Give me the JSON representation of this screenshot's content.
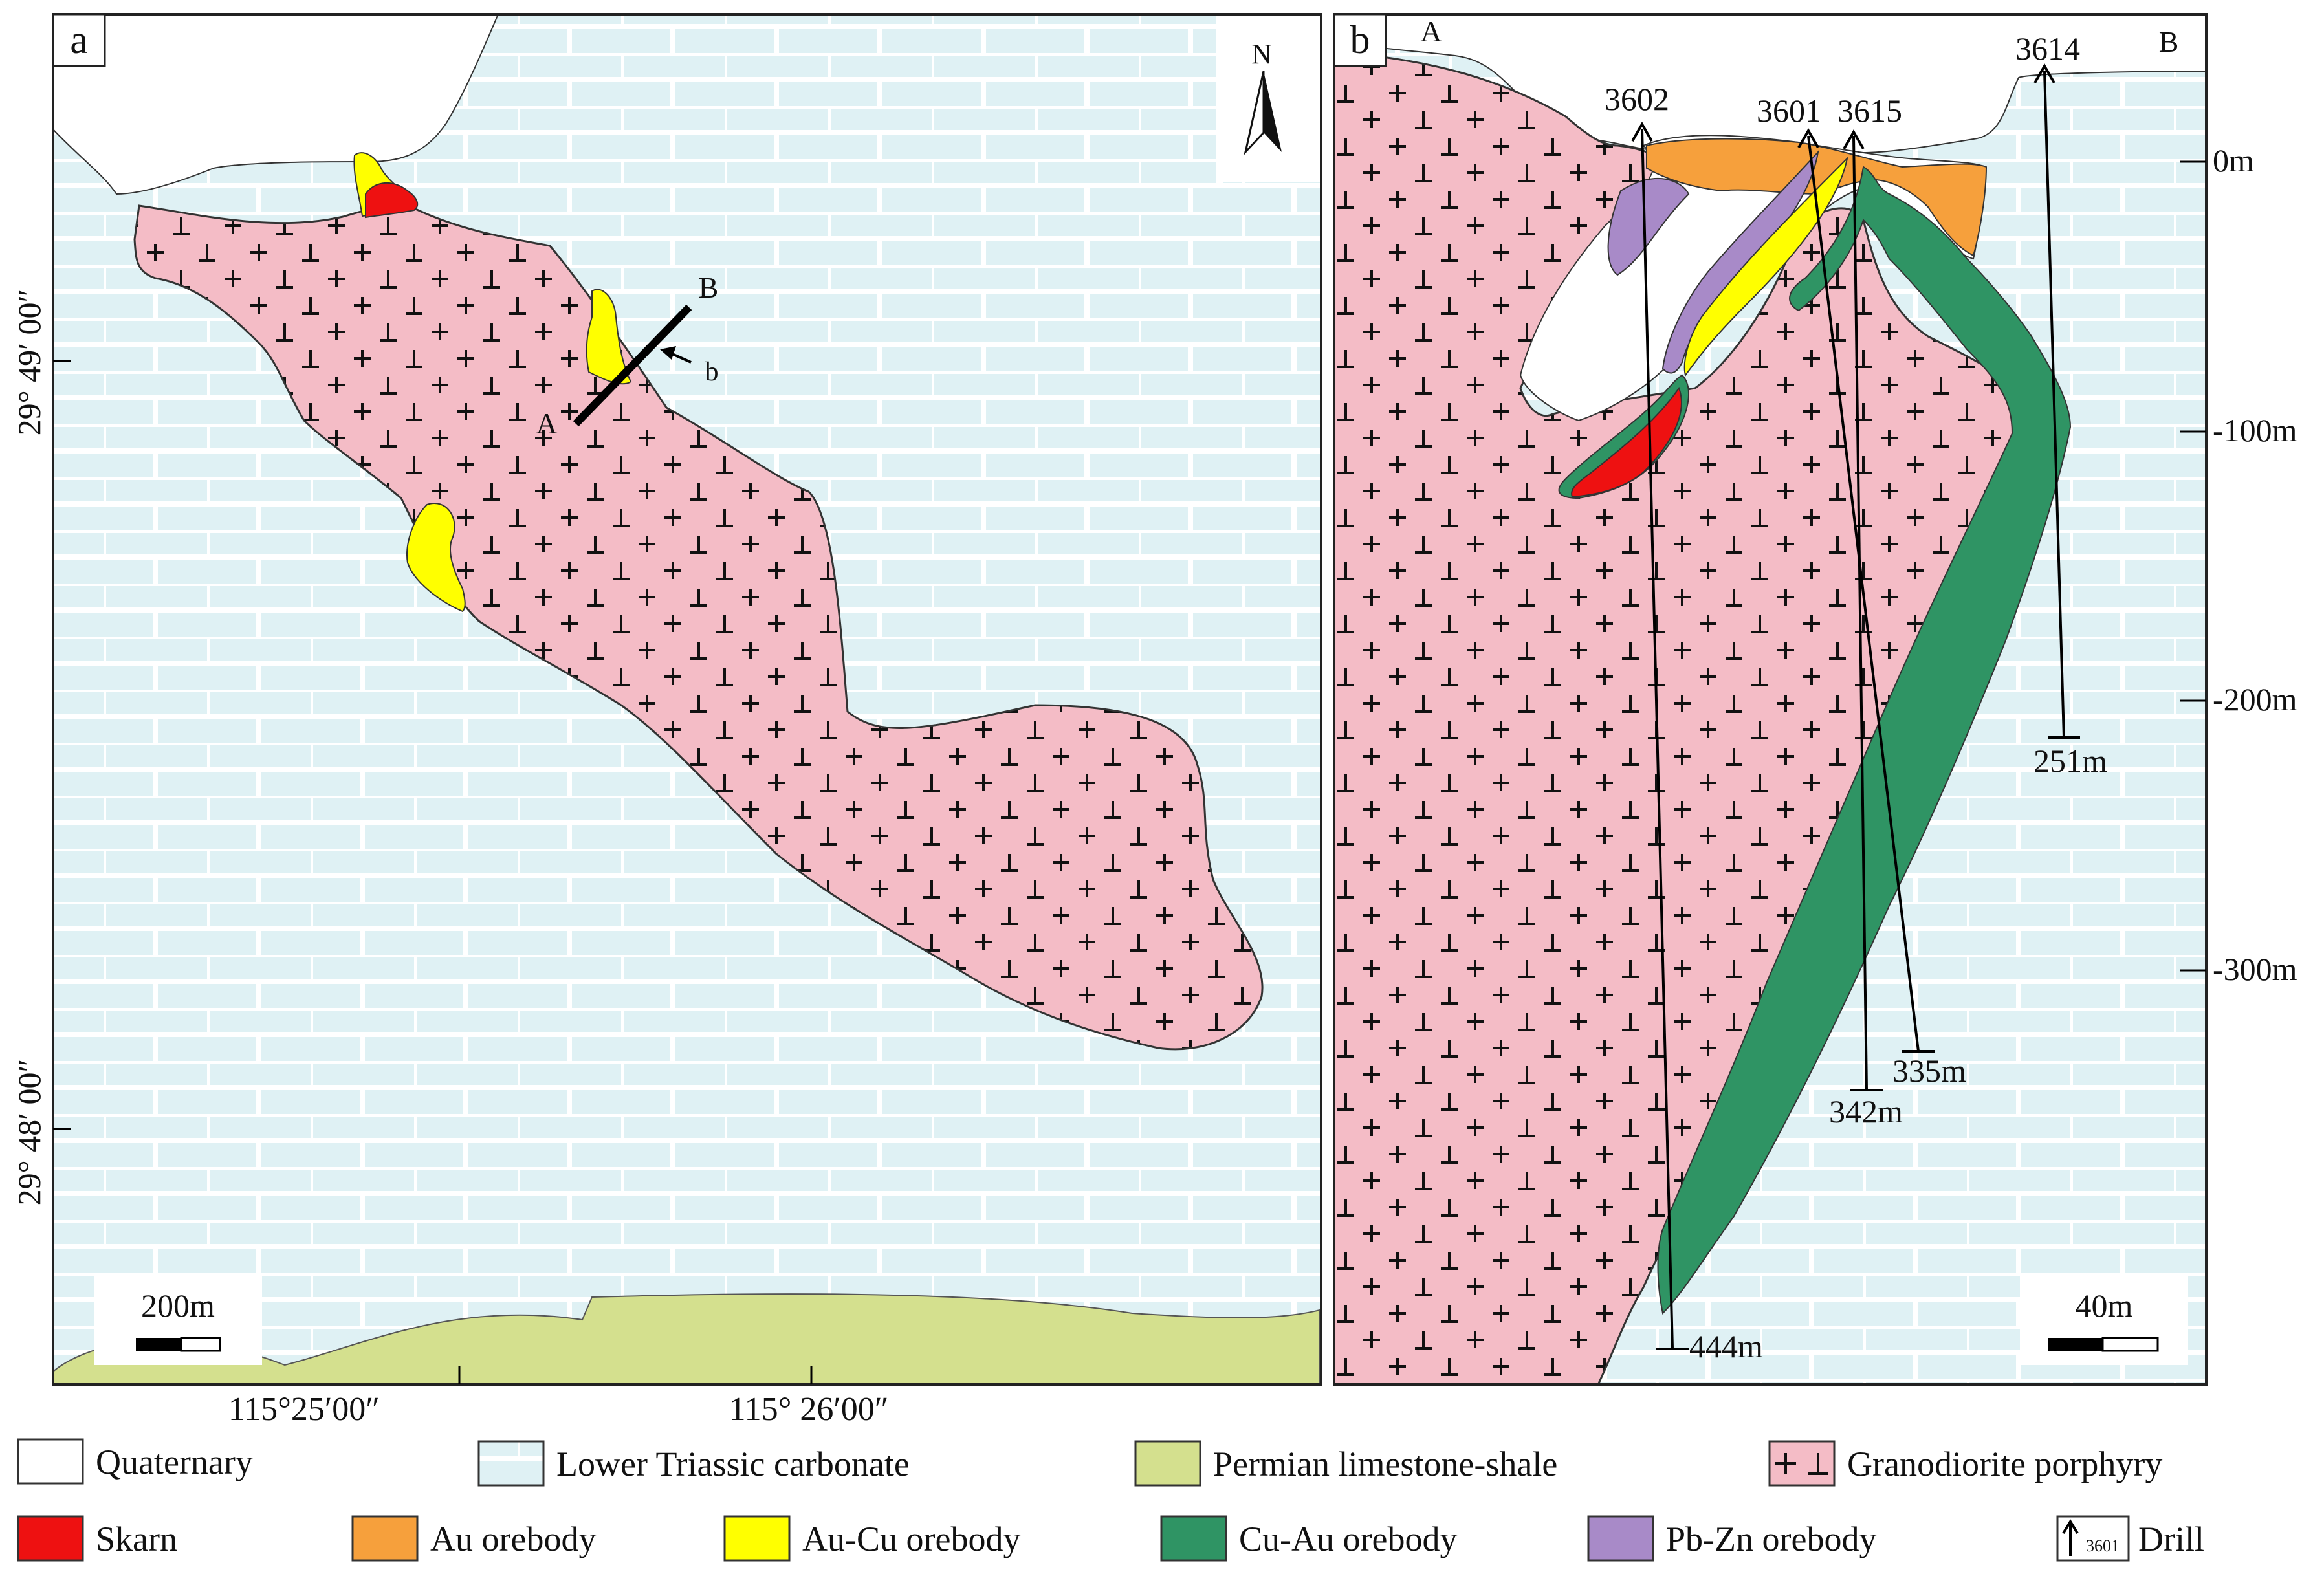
{
  "panel_a": {
    "label": "a",
    "north": "N",
    "section_a": "A",
    "section_b": "B",
    "section_ref": "b",
    "lat_top": "29° 49′ 00″",
    "lat_bottom": "29° 48′ 00″",
    "lon_left": "115°25′00″",
    "lon_right": "115° 26′00″",
    "scale": "200m"
  },
  "panel_b": {
    "label": "b",
    "end_a": "A",
    "end_b": "B",
    "depths": [
      "0m",
      "-100m",
      "-200m",
      "-300m"
    ],
    "scale": "40m",
    "drills": [
      {
        "id": "3602",
        "end_depth": "444m"
      },
      {
        "id": "3601",
        "end_depth": "335m"
      },
      {
        "id": "3615",
        "end_depth": "342m"
      },
      {
        "id": "3614",
        "end_depth": "251m"
      }
    ]
  },
  "legend": [
    {
      "key": "quaternary",
      "label": "Quaternary",
      "color": "#ffffff"
    },
    {
      "key": "carbonate",
      "label": "Lower Triassic carbonate",
      "color": "#dff1f4"
    },
    {
      "key": "permian",
      "label": "Permian limestone-shale",
      "color": "#d4e08e"
    },
    {
      "key": "granodiorite",
      "label": "Granodiorite porphyry",
      "color": "#f4bcc6"
    },
    {
      "key": "skarn",
      "label": "Skarn",
      "color": "#ee1111"
    },
    {
      "key": "au",
      "label": "Au orebody",
      "color": "#f6a03c"
    },
    {
      "key": "aucu",
      "label": "Au-Cu orebody",
      "color": "#ffff00"
    },
    {
      "key": "cuau",
      "label": "Cu-Au orebody",
      "color": "#2f9464"
    },
    {
      "key": "pbzn",
      "label": "Pb-Zn orebody",
      "color": "#a88ac8"
    },
    {
      "key": "drill",
      "label": "Drill",
      "icon_text": "3601"
    }
  ]
}
